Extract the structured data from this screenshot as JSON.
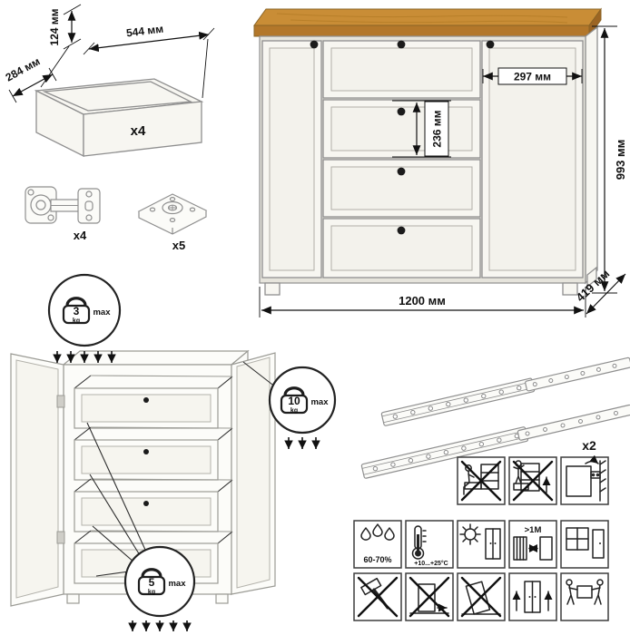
{
  "colors": {
    "wood_top": "#c98d36",
    "wood_front": "#b3772a",
    "wood_edge": "#9c6523",
    "body_fill": "#f7f6f1",
    "knob_black": "#1b1b1b"
  },
  "drawer_box": {
    "count": "x4",
    "height_label": "124 мм",
    "width_label": "544 мм",
    "depth_label": "284 мм"
  },
  "hardware": {
    "hinge_count": "x4",
    "cam_count": "x5",
    "slide_count": "x2"
  },
  "commode_dimensions": {
    "height": "993 мм",
    "width": "1200 мм",
    "depth": "419 мм",
    "door_width": "297 мм",
    "drawer_height": "236 мм"
  },
  "load_limits": {
    "top_value": "3",
    "door_value": "10",
    "drawer_value": "5",
    "unit": "kg",
    "max_label": "max"
  },
  "care": {
    "humidity": "60-70%",
    "temperature": "+10...+25°C",
    "min_distance": ">1M"
  }
}
